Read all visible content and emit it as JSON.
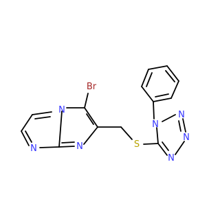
{
  "molecule": {
    "colors": {
      "bond": "#000000",
      "N": "#3333FF",
      "S": "#B8A300",
      "Br": "#A62929",
      "background": "#FFFFFF"
    },
    "atoms": {
      "br": "Br",
      "n4": "N",
      "n1": "N",
      "n8": "N",
      "s": "S",
      "nt1": "N",
      "nt2": "N",
      "nt3": "N",
      "nt4": "N"
    }
  }
}
